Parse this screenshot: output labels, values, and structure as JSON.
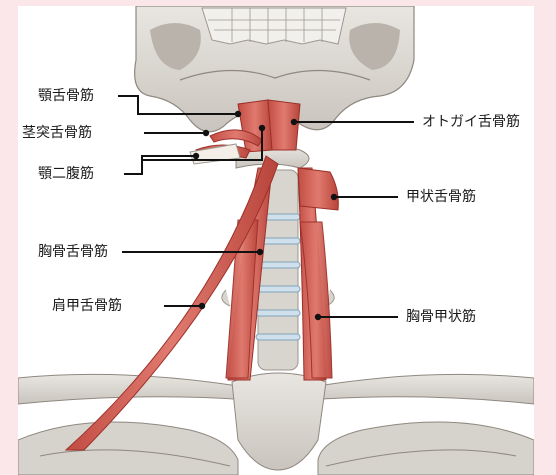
{
  "labels": {
    "mylohyoid": "顎舌骨筋",
    "stylohyoid": "茎突舌骨筋",
    "digastric": "顎二腹筋",
    "sternohyoid": "胸骨舌骨筋",
    "omohyoid": "肩甲舌骨筋",
    "geniohyoid": "オトガイ舌骨筋",
    "thyrohyoid": "甲状舌骨筋",
    "sternothyroid": "胸骨甲状筋"
  },
  "colors": {
    "page_background": "#fbe7ea",
    "bone": "#dedbd6",
    "bone_shade": "#a9a49d",
    "muscle": "#d9645a",
    "muscle_dark": "#a8372f",
    "cartilage": "#cfe0ea",
    "leader_line": "#111111"
  }
}
